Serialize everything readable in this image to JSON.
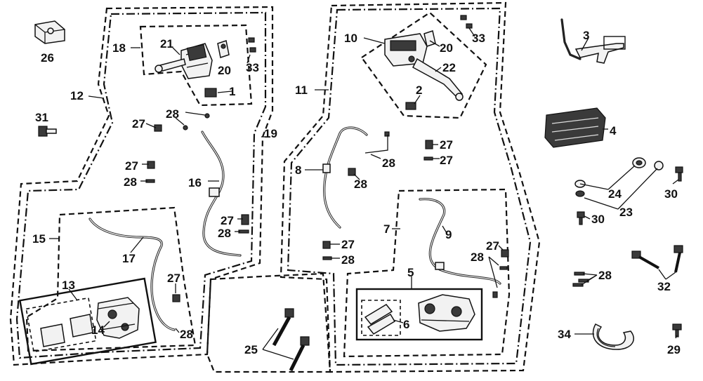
{
  "callouts": [
    {
      "id": "c26",
      "text": "26"
    },
    {
      "id": "c12",
      "text": "12"
    },
    {
      "id": "c31",
      "text": "31"
    },
    {
      "id": "c18",
      "text": "18"
    },
    {
      "id": "c21",
      "text": "21"
    },
    {
      "id": "c20a",
      "text": "20"
    },
    {
      "id": "c33a",
      "text": "33"
    },
    {
      "id": "c1",
      "text": "1"
    },
    {
      "id": "c27a",
      "text": "27"
    },
    {
      "id": "c28a",
      "text": "28"
    },
    {
      "id": "c19",
      "text": "19"
    },
    {
      "id": "c27b",
      "text": "27"
    },
    {
      "id": "c28b",
      "text": "28"
    },
    {
      "id": "c16",
      "text": "16"
    },
    {
      "id": "c27c",
      "text": "27"
    },
    {
      "id": "c28c",
      "text": "28"
    },
    {
      "id": "c15",
      "text": "15"
    },
    {
      "id": "c17",
      "text": "17"
    },
    {
      "id": "c13",
      "text": "13"
    },
    {
      "id": "c27d",
      "text": "27"
    },
    {
      "id": "c14",
      "text": "14"
    },
    {
      "id": "c28d",
      "text": "28"
    },
    {
      "id": "c25",
      "text": "25"
    },
    {
      "id": "c10",
      "text": "10"
    },
    {
      "id": "c20b",
      "text": "20"
    },
    {
      "id": "c33b",
      "text": "33"
    },
    {
      "id": "c22",
      "text": "22"
    },
    {
      "id": "c11",
      "text": "11"
    },
    {
      "id": "c2",
      "text": "2"
    },
    {
      "id": "c8",
      "text": "8"
    },
    {
      "id": "c28e",
      "text": "28"
    },
    {
      "id": "c27e",
      "text": "27"
    },
    {
      "id": "c27f",
      "text": "27"
    },
    {
      "id": "c28f",
      "text": "28"
    },
    {
      "id": "c7",
      "text": "7"
    },
    {
      "id": "c9",
      "text": "9"
    },
    {
      "id": "c27g",
      "text": "27"
    },
    {
      "id": "c28g",
      "text": "28"
    },
    {
      "id": "c27h",
      "text": "27"
    },
    {
      "id": "c28h",
      "text": "28"
    },
    {
      "id": "c5",
      "text": "5"
    },
    {
      "id": "c6",
      "text": "6"
    },
    {
      "id": "c3",
      "text": "3"
    },
    {
      "id": "c4",
      "text": "4"
    },
    {
      "id": "c24",
      "text": "24"
    },
    {
      "id": "c23",
      "text": "23"
    },
    {
      "id": "c30a",
      "text": "30"
    },
    {
      "id": "c30b",
      "text": "30"
    },
    {
      "id": "c28i",
      "text": "28"
    },
    {
      "id": "c32",
      "text": "32"
    },
    {
      "id": "c34",
      "text": "34"
    },
    {
      "id": "c29",
      "text": "29"
    }
  ],
  "icons": [
    "clamp-icon",
    "bolt-icon",
    "master-cylinder-icon",
    "brake-lever-icon",
    "brake-hose-icon",
    "caliper-icon",
    "brake-pad-icon",
    "bracket-icon",
    "relay-module-icon",
    "washer-icon",
    "clip-ring-icon"
  ]
}
